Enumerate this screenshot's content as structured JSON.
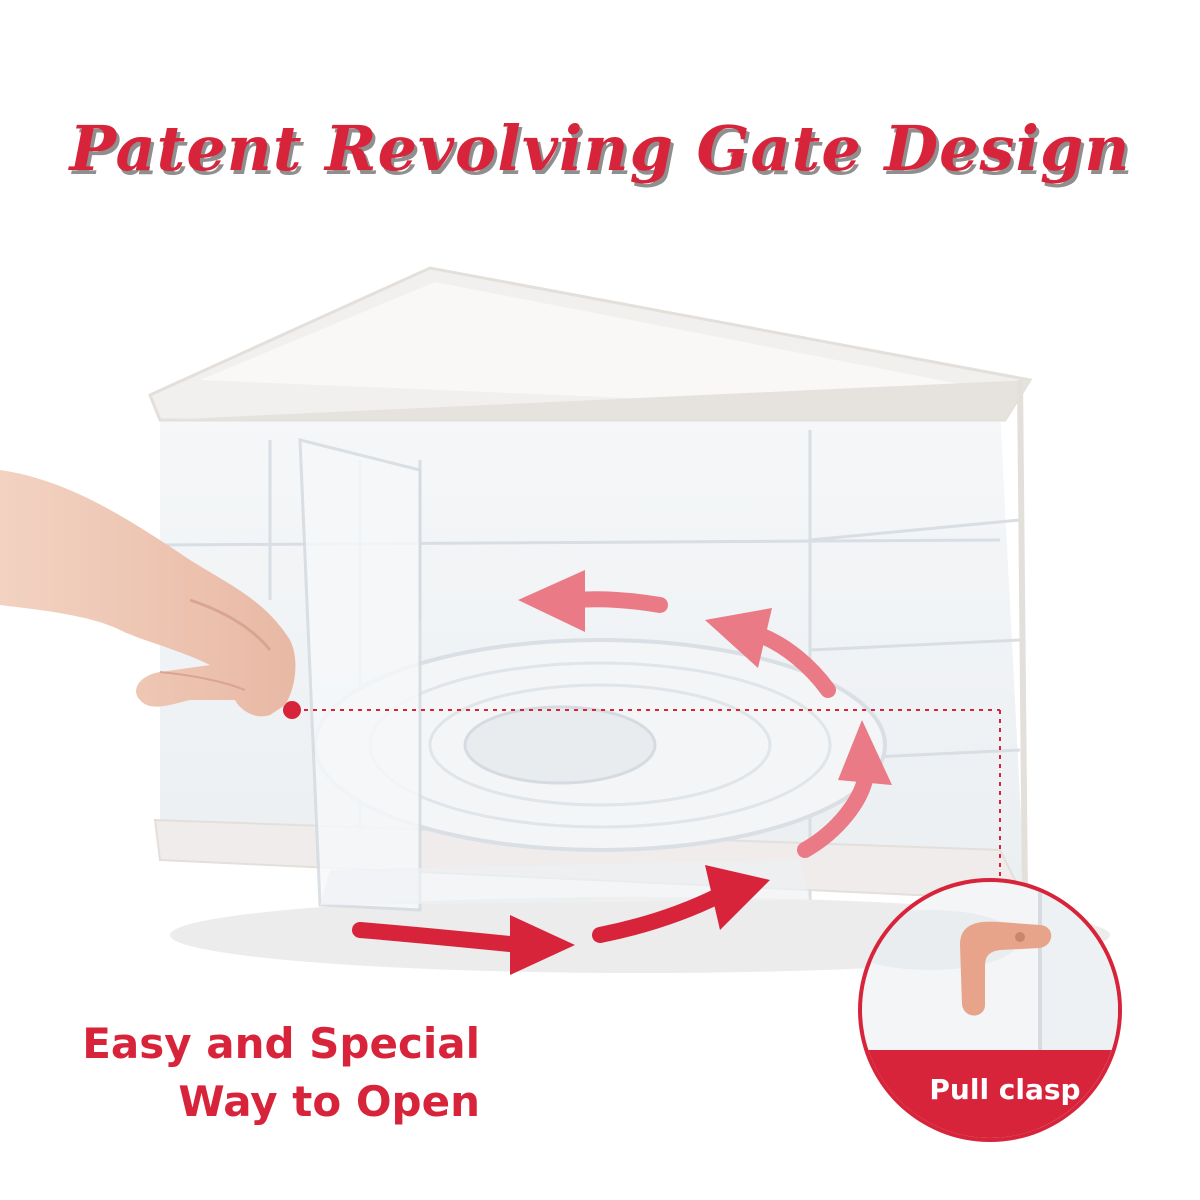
{
  "headline": "Patent Revolving Gate Design",
  "caption": {
    "line1": "Easy and Special",
    "line2": "Way to Open"
  },
  "callout": {
    "label": "Pull clasp"
  },
  "colors": {
    "accent": "#d8243b",
    "arrow_light": "#ea7b86",
    "clasp": "#e8a48a",
    "frame": "#f2f0ee"
  },
  "icons": {
    "rotation_arrows": "curved-arrow-icon",
    "clasp": "pull-clasp-icon"
  }
}
